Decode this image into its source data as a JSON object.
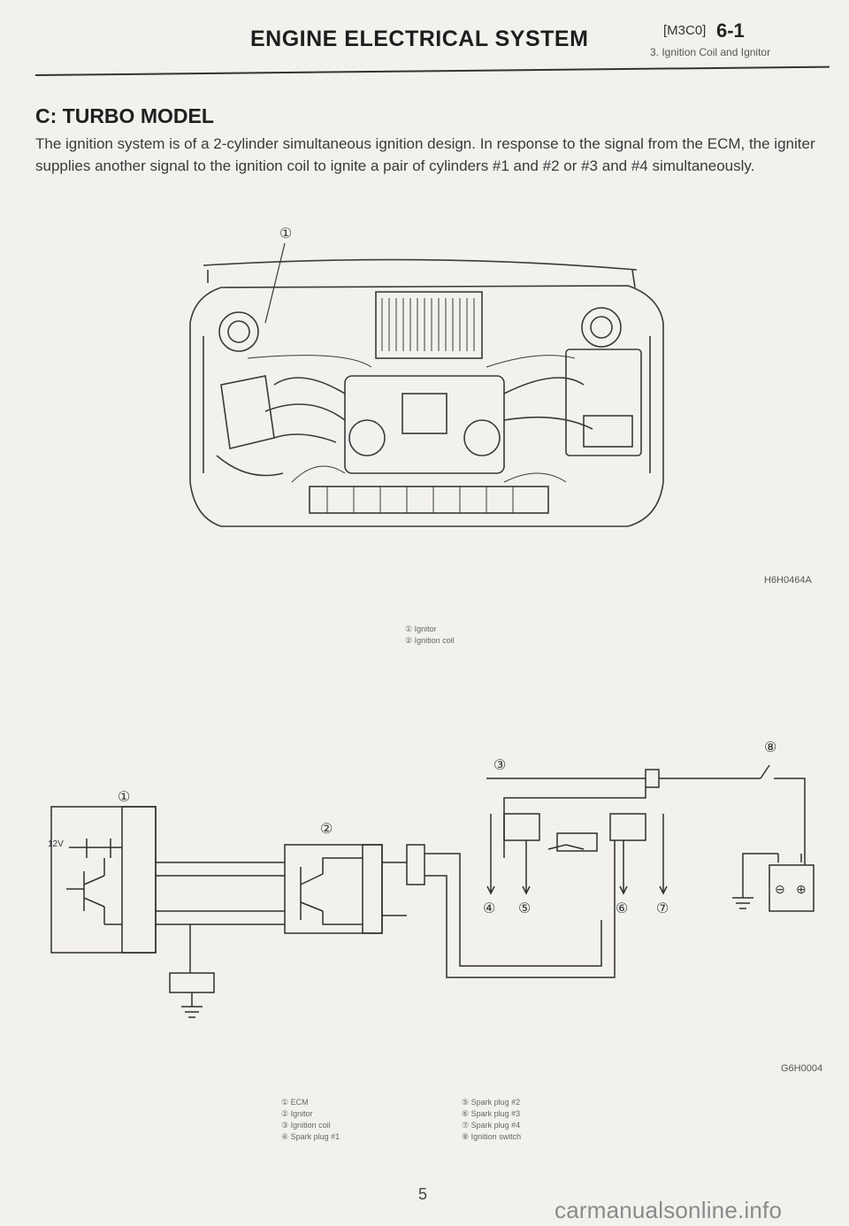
{
  "header": {
    "title": "ENGINE ELECTRICAL SYSTEM",
    "code": "[M3C0]",
    "page": "6-1",
    "subtitle": "3. Ignition Coil and Ignitor"
  },
  "section": {
    "title": "C: TURBO MODEL",
    "text": "The ignition system is of a 2-cylinder simultaneous ignition design. In response to the signal from the ECM, the igniter supplies another signal to the ignition coil to ignite a pair of cylinders #1 and #2 or #3 and #4 simultaneously."
  },
  "figure1": {
    "callout": "①",
    "code": "H6H0464A",
    "legend": [
      "① Ignitor",
      "② Ignition coil"
    ]
  },
  "figure2": {
    "code": "G6H0004",
    "voltage": "12V",
    "callouts": [
      "①",
      "②",
      "③",
      "④",
      "⑤",
      "⑥",
      "⑦",
      "⑧"
    ],
    "battery_minus": "⊖",
    "battery_plus": "⊕",
    "legend_left": [
      "① ECM",
      "② Ignitor",
      "③ Ignition coil",
      "④ Spark plug #1"
    ],
    "legend_right": [
      "⑤ Spark plug #2",
      "⑥ Spark plug #3",
      "⑦ Spark plug #4",
      "⑧ Ignition switch"
    ]
  },
  "footer": {
    "page_number": "5",
    "watermark": "carmanualsonline.info"
  }
}
